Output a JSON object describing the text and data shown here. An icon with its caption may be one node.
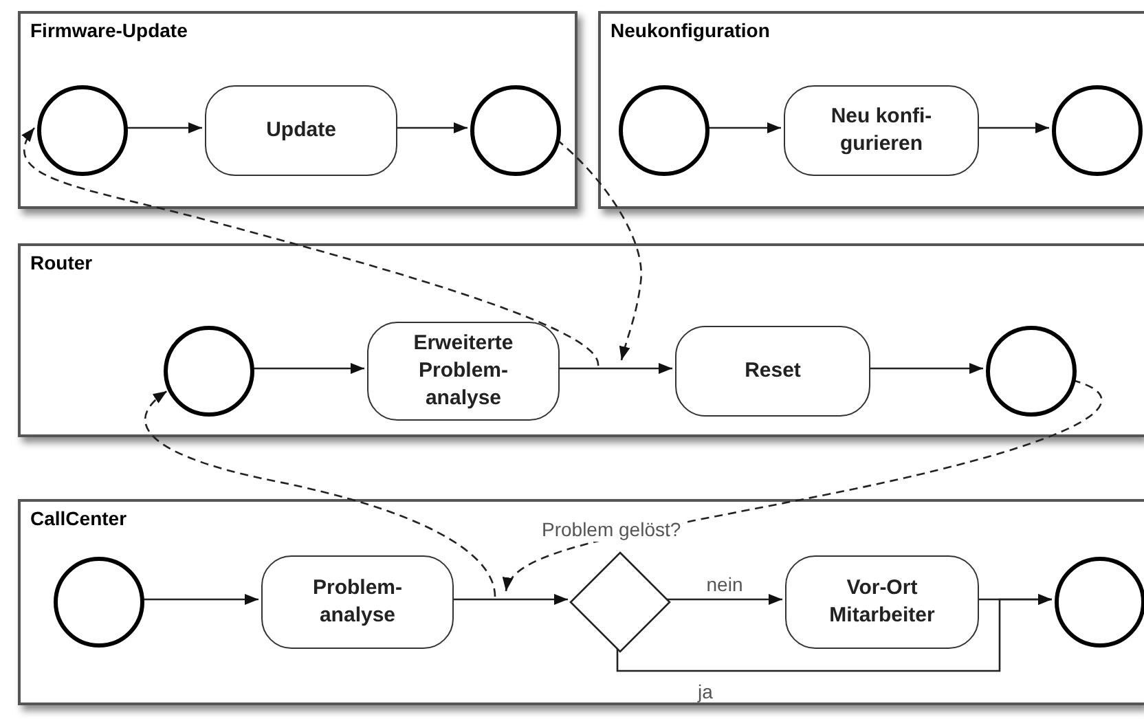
{
  "diagram": {
    "nodes": [
      {
        "text": [
          "Firmware-Update"
        ]
      },
      {
        "text": [],
        "shape": "circle",
        "in": 0
      },
      {
        "text": [
          "Update"
        ],
        "in": 0
      },
      {
        "text": [],
        "shape": "circle",
        "in": 0
      },
      {
        "text": [
          "Neukonfiguration"
        ]
      },
      {
        "text": [],
        "shape": "circle",
        "in": 4
      },
      {
        "text": [
          "Neu konfi- gurieren"
        ],
        "in": 4
      },
      {
        "text": [],
        "shape": "circle",
        "in": 4
      },
      {
        "text": [
          "Router"
        ]
      },
      {
        "text": [],
        "shape": "circle",
        "in": 8
      },
      {
        "text": [
          "Erweiterte Problem- analyse"
        ],
        "in": 8
      },
      {
        "text": [
          "Reset"
        ],
        "in": 8
      },
      {
        "text": [],
        "shape": "circle",
        "in": 8
      },
      {
        "text": [
          "CallCenter"
        ]
      },
      {
        "text": [],
        "shape": "circle",
        "in": 13
      },
      {
        "text": [
          "Problem- analyse"
        ],
        "in": 13
      },
      {
        "text": [],
        "shape": "diamond",
        "in": 13,
        "beside": [
          "Problem gelöst?"
        ]
      },
      {
        "text": [
          "Vor-Ort Mitarbeiter"
        ],
        "in": 13
      },
      {
        "text": [],
        "shape": "circle",
        "in": 13
      }
    ],
    "edges": [
      {
        "from": 1,
        "to": 2,
        "arrow": "to"
      },
      {
        "from": 2,
        "to": 3,
        "arrow": "to"
      },
      {
        "from": 5,
        "to": 6,
        "arrow": "to"
      },
      {
        "from": 6,
        "to": 7,
        "arrow": "to"
      },
      {
        "from": 9,
        "to": 10,
        "arrow": "to"
      },
      {
        "from": 10,
        "to": 11,
        "arrow": "to"
      },
      {
        "from": 11,
        "to": 12,
        "arrow": "to"
      },
      {
        "from": 14,
        "to": 15,
        "arrow": "to"
      },
      {
        "from": 15,
        "to": 16,
        "arrow": "to"
      },
      {
        "from": 16,
        "to": 17,
        "arrow": "to",
        "label": "nein"
      },
      {
        "from": 17,
        "to": 18,
        "arrow": "to"
      },
      {
        "from": 16,
        "to": 18,
        "arrow": "to",
        "label": "ja"
      },
      {
        "from": null,
        "to": 1,
        "arrow": "to",
        "style": "dashed"
      },
      {
        "from": 3,
        "to": null,
        "arrow": "to",
        "style": "dashed"
      },
      {
        "from": 12,
        "to": null,
        "arrow": "to",
        "style": "dashed"
      },
      {
        "from": null,
        "to": 9,
        "arrow": "to",
        "style": "dashed"
      }
    ]
  }
}
